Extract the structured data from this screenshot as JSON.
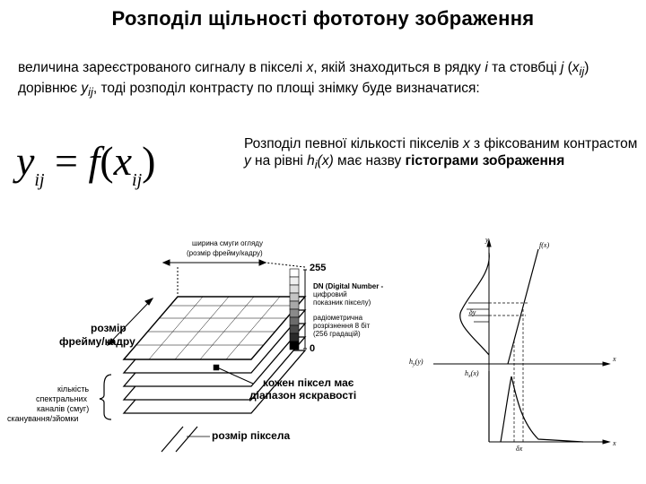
{
  "title": "Розподіл щільності фототону зображення",
  "intro": {
    "p1": "величина зареєстрованого сигналу в пікселі ",
    "x": "x",
    "p2": ", якій знаходиться в рядку ",
    "i": "i",
    "p3": " та стовбці ",
    "j": "j",
    "p4": " (",
    "xij_x": "x",
    "xij_sub": "ij",
    "p5": ") дорівнює ",
    "yij_y": "y",
    "yij_sub": "ij",
    "p6": ", тоді розподіл контрасту по площі знімку буде визначатися:"
  },
  "formula": {
    "y": "y",
    "y_sub": "ij",
    "eq": " = ",
    "f": "f",
    "open": "(",
    "x": "x",
    "x_sub": "ij",
    "close": ")"
  },
  "histogram_text": {
    "p1": "Розподіл певної кількості пікселів ",
    "x": "x",
    "p2": " з фіксованим контрастом ",
    "y": "y",
    "p3": " на рівні ",
    "h": "h",
    "h_sub": "i",
    "hx": "(x)",
    "p4": " має назву ",
    "term": "гістограми зображення"
  },
  "raster_figure": {
    "swath_width": [
      "ширина смуги огляду",
      "(розмір фрейму/кадру)"
    ],
    "value_255": "255",
    "value_0": "0",
    "dn": [
      "DN (Digital Number -",
      "цифровий",
      "показник пікселу)"
    ],
    "radiometric": [
      "радіометрична",
      "розрізнення 8 біт",
      "(256 градацій)"
    ],
    "frame_size": [
      "розмір",
      "фрейму/кадру"
    ],
    "channels": [
      "кількість",
      "спектральних",
      "каналів (смуг)",
      "сканування/зйомки"
    ],
    "pixel_range": [
      "кожен піксел має",
      "діапазон яскравості"
    ],
    "pixel_size": "розмір піксела"
  },
  "function_graph": {
    "y_axis": "y",
    "fx": "f(x)",
    "delta_y": "δy",
    "hy": "h",
    "hy_sub": "y",
    "hy_arg": "(y)",
    "hx": "h",
    "hx_sub": "x",
    "hx_arg": "(x)",
    "x_axis_top": "x",
    "x_axis_bottom": "x",
    "delta_x": "δx"
  }
}
